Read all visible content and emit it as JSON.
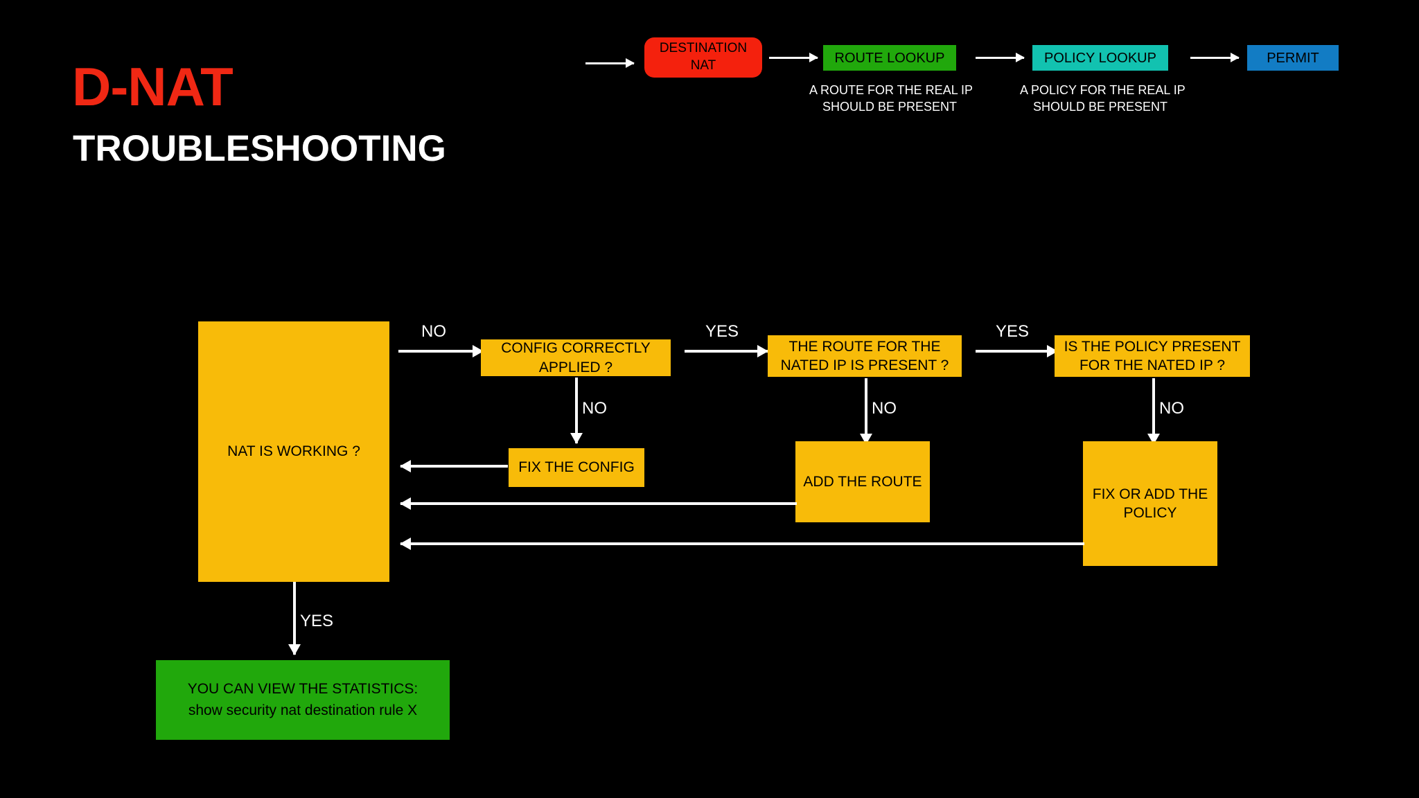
{
  "title": {
    "main": "D-NAT",
    "sub": "TROUBLESHOOTING",
    "main_color": "#F02814",
    "sub_color": "#FFFFFF"
  },
  "pipeline": {
    "nodes": [
      {
        "id": "destination-nat",
        "label_line1": "DESTINATION",
        "label_line2": "NAT",
        "color": "#F4210D",
        "shape": "rounded"
      },
      {
        "id": "route-lookup",
        "label": "ROUTE LOOKUP",
        "color": "#21A80C",
        "shape": "rect"
      },
      {
        "id": "policy-lookup",
        "label": "POLICY LOOKUP",
        "color": "#12C2B0",
        "shape": "rect"
      },
      {
        "id": "permit",
        "label": "PERMIT",
        "color": "#127CC4",
        "shape": "rect"
      }
    ],
    "captions": [
      {
        "for": "route-lookup",
        "line1": "A ROUTE FOR THE REAL IP",
        "line2": "SHOULD BE PRESENT"
      },
      {
        "for": "policy-lookup",
        "line1": "A POLICY FOR THE REAL IP",
        "line2": "SHOULD BE PRESENT"
      }
    ]
  },
  "flowchart": {
    "nodes": [
      {
        "id": "nat-is-working",
        "label": "NAT IS WORKING ?",
        "color": "#F8BB09"
      },
      {
        "id": "config-correctly-applied",
        "label_line1": "CONFIG CORRECTLY",
        "label_line2": "APPLIED ?",
        "color": "#F8BB09"
      },
      {
        "id": "route-for-nated-ip",
        "label_line1": "THE ROUTE FOR THE",
        "label_line2": "NATED IP IS PRESENT ?",
        "color": "#F8BB09"
      },
      {
        "id": "policy-for-nated-ip",
        "label_line1": "IS THE POLICY PRESENT",
        "label_line2": "FOR THE NATED IP ?",
        "color": "#F8BB09"
      },
      {
        "id": "fix-the-config",
        "label": "FIX THE CONFIG",
        "color": "#F8BB09"
      },
      {
        "id": "add-the-route",
        "label": "ADD THE ROUTE",
        "color": "#F8BB09"
      },
      {
        "id": "fix-or-add-the-policy",
        "label_line1": "FIX OR ADD THE",
        "label_line2": "POLICY",
        "color": "#F8BB09"
      },
      {
        "id": "view-statistics",
        "label_line1": "YOU CAN VIEW THE STATISTICS:",
        "label_line2": "show security nat destination rule X",
        "color": "#21A80C"
      }
    ],
    "edge_labels": {
      "nat_to_config": "NO",
      "config_to_route": "YES",
      "route_to_policy": "YES",
      "config_down": "NO",
      "route_down": "NO",
      "policy_down": "NO",
      "nat_down": "YES"
    }
  }
}
